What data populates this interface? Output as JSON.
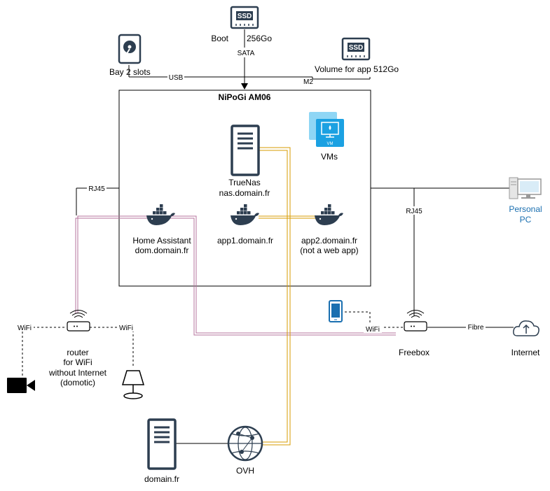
{
  "host": {
    "title": "NiPoGi AM06"
  },
  "storage": {
    "boot_label": "Boot",
    "boot_size": "256Go",
    "boot_ssd": "SSD",
    "sata_label": "SATA",
    "bay_label": "Bay 2 slots",
    "usb_label": "USB",
    "volume_label": "Volume for app 512Go",
    "volume_ssd": "SSD",
    "m2_label": "M2"
  },
  "nodes": {
    "truenas_name": "TrueNas",
    "truenas_domain": "nas.domain.fr",
    "vms_label": "VMs",
    "vm_badge": "VM",
    "home_assistant_name": "Home Assistant",
    "home_assistant_domain": "dom.domain.fr",
    "app1_domain": "app1.domain.fr",
    "app2_domain": "app2.domain.fr",
    "app2_note": "(not a web app)",
    "personal_pc_line1": "Personal",
    "personal_pc_line2": "PC",
    "router_line1": "router",
    "router_line2": "for WiFi",
    "router_line3": "without Internet",
    "router_line4": "(domotic)",
    "freebox_label": "Freebox",
    "internet_label": "Internet",
    "domain_label": "domain.fr",
    "ovh_label": "OVH"
  },
  "links": {
    "rj45_left": "RJ45",
    "rj45_right": "RJ45",
    "wifi_left": "WiFi",
    "wifi_right": "WiFi",
    "wifi_freebox": "WiFi",
    "fibre": "Fibre"
  },
  "colors": {
    "pink_link": "#b5739d",
    "orange_link": "#d79b00",
    "docker": "#2d3e50",
    "vm": "#1ba1e2",
    "pc": "#1a6fb0"
  }
}
